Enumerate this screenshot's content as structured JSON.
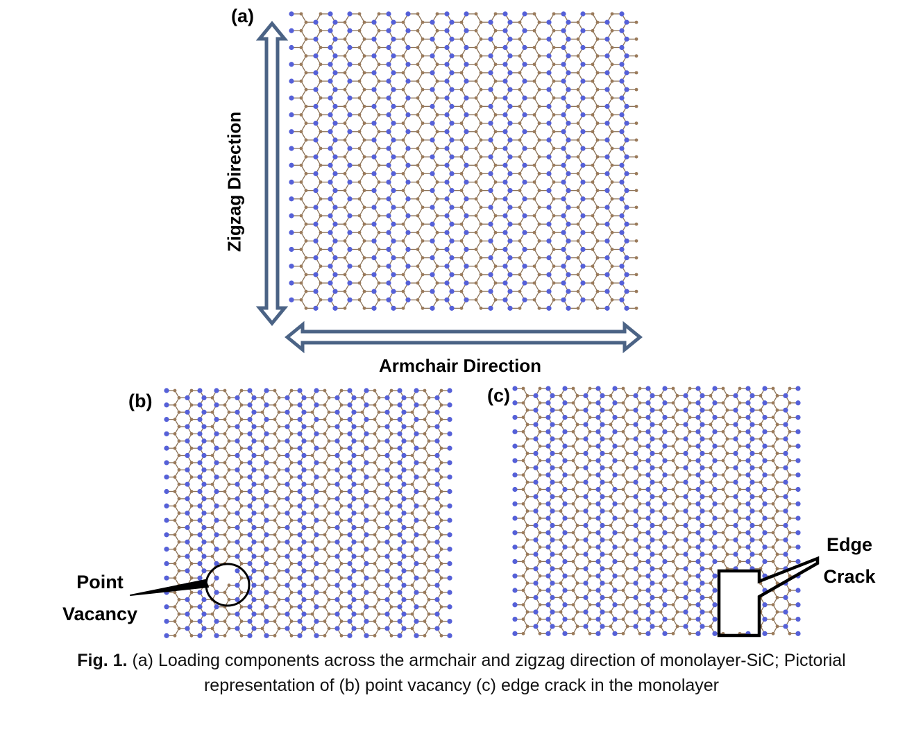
{
  "panels": {
    "a": {
      "label": "(a)"
    },
    "b": {
      "label": "(b)"
    },
    "c": {
      "label": "(c)"
    }
  },
  "directions": {
    "zigzag": "Zigzag Direction",
    "armchair": "Armchair Direction"
  },
  "annotations": {
    "point_vacancy": [
      "Point",
      "Vacancy"
    ],
    "edge_crack": [
      "Edge",
      "Crack"
    ]
  },
  "caption": {
    "fig_label": "Fig. 1.",
    "text": "(a) Loading components across the armchair and zigzag direction of monolayer-SiC; Pictorial representation of (b) point vacancy (c) edge crack in the monolayer"
  },
  "colors": {
    "silicon_atom": "#5560d8",
    "carbon_atom": "#9a7a5a",
    "bond": "#8c7358",
    "arrow_fill": "#ffffff",
    "arrow_stroke": "#4b6385"
  }
}
